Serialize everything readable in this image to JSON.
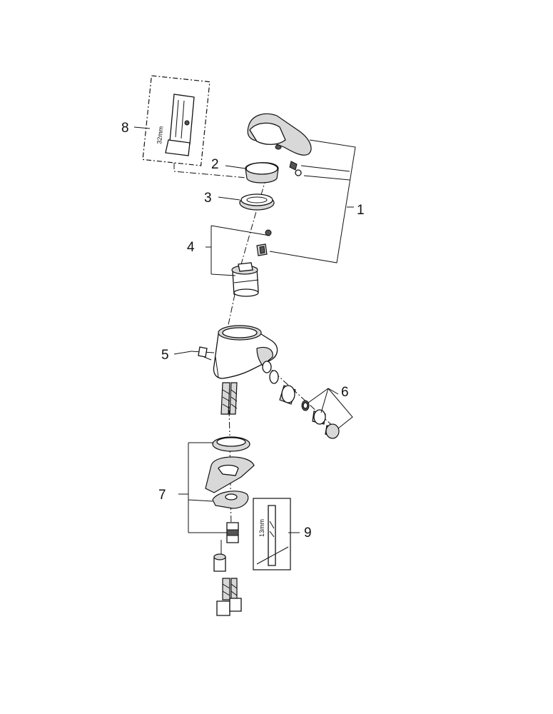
{
  "callouts": {
    "c1": "1",
    "c2": "2",
    "c3": "3",
    "c4": "4",
    "c5": "5",
    "c6": "6",
    "c7": "7",
    "c8": "8",
    "c9": "9"
  },
  "dimensions": {
    "wrench_32": "32mm",
    "key_13": "13mm"
  }
}
